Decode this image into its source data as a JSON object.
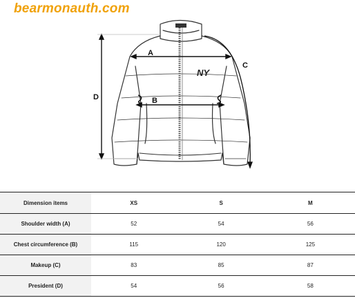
{
  "watermark": "bearmonauth.com",
  "diagram": {
    "labels": {
      "a": "A",
      "b": "B",
      "c": "C",
      "d": "D"
    },
    "logo": "NY"
  },
  "table": {
    "header": [
      "Dimension items",
      "XS",
      "S",
      "M"
    ],
    "rows": [
      {
        "label": "Shoulder width (A)",
        "values": [
          "52",
          "54",
          "56"
        ]
      },
      {
        "label": "Chest circumference (B)",
        "values": [
          "115",
          "120",
          "125"
        ]
      },
      {
        "label": "Makeup (C)",
        "values": [
          "83",
          "85",
          "87"
        ]
      },
      {
        "label": "President (D)",
        "values": [
          "54",
          "56",
          "58"
        ]
      }
    ]
  }
}
